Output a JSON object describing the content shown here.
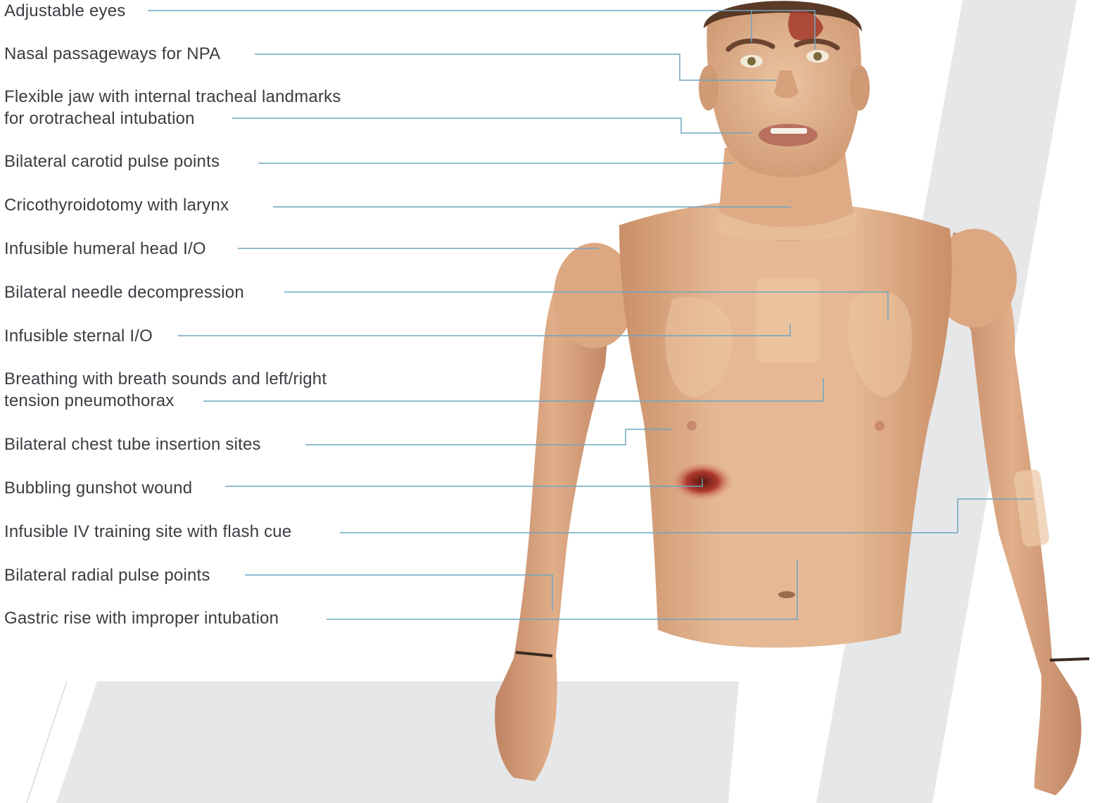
{
  "figure": {
    "subject": "manikin-upper-torso",
    "colors": {
      "background": "#ffffff",
      "band": "#e6e7e9",
      "leader_line": "#6fa6c1",
      "label_text": "#3a3d42",
      "skin": "#e3b48f",
      "skin_shade": "#c98f68",
      "hair": "#5a3a26"
    }
  },
  "callouts": [
    {
      "id": "adjustable-eyes",
      "lines": [
        "Adjustable eyes"
      ]
    },
    {
      "id": "nasal-passageways",
      "lines": [
        "Nasal passageways for NPA"
      ]
    },
    {
      "id": "flexible-jaw",
      "lines": [
        "Flexible jaw with internal tracheal landmarks",
        "for orotracheal intubation"
      ]
    },
    {
      "id": "carotid-pulse",
      "lines": [
        "Bilateral carotid pulse points"
      ]
    },
    {
      "id": "cricothyroidotomy",
      "lines": [
        "Cricothyroidotomy with larynx"
      ]
    },
    {
      "id": "humeral-head-io",
      "lines": [
        "Infusible humeral head I/O"
      ]
    },
    {
      "id": "needle-decompression",
      "lines": [
        "Bilateral needle decompression"
      ]
    },
    {
      "id": "sternal-io",
      "lines": [
        "Infusible sternal I/O"
      ]
    },
    {
      "id": "breathing",
      "lines": [
        "Breathing with breath sounds and left/right",
        "tension pneumothorax"
      ]
    },
    {
      "id": "chest-tube",
      "lines": [
        "Bilateral chest tube insertion sites"
      ]
    },
    {
      "id": "gunshot-wound",
      "lines": [
        "Bubbling gunshot wound"
      ]
    },
    {
      "id": "iv-training-site",
      "lines": [
        "Infusible IV training site with flash cue"
      ]
    },
    {
      "id": "radial-pulse",
      "lines": [
        "Bilateral radial pulse points"
      ]
    },
    {
      "id": "gastric-rise",
      "lines": [
        "Gastric rise with improper intubation"
      ]
    }
  ]
}
